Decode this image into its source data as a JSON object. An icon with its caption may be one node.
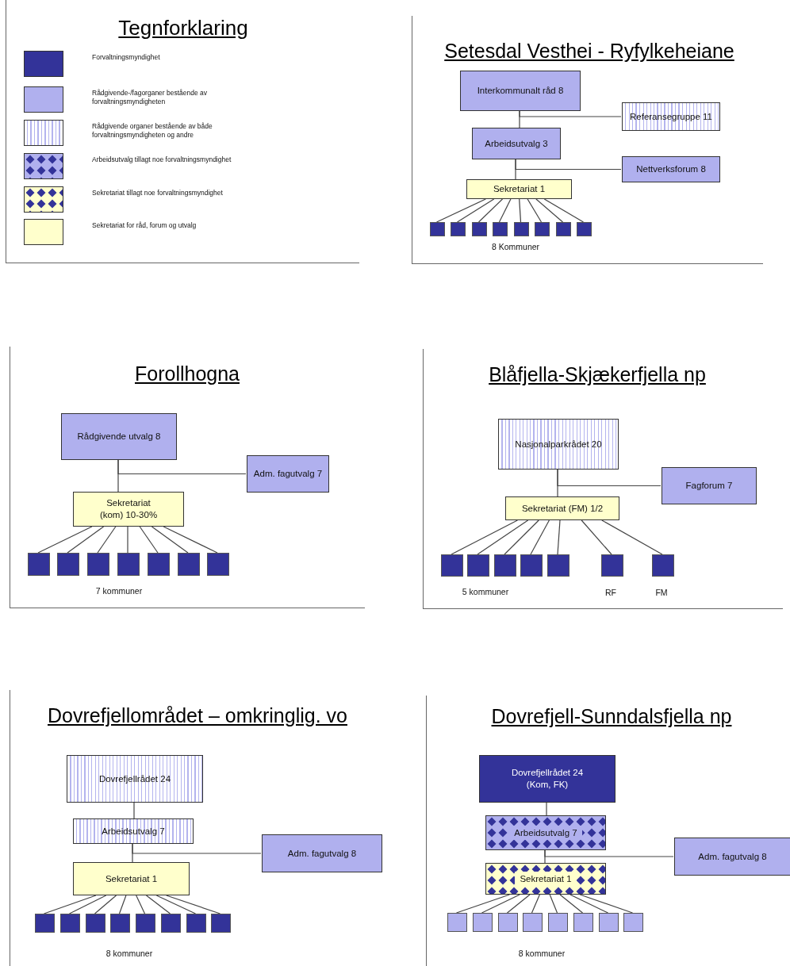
{
  "diagram": {
    "nodes": [
      {
        "text": [
          "Setesdal Vesthei - Ryfylkeheiane"
        ]
      },
      {
        "text": [
          "Interkommunalt råd 8"
        ],
        "in": 0
      },
      {
        "text": [
          "Referansegruppe 11"
        ],
        "in": 0
      },
      {
        "text": [
          "Arbeidsutvalg 3"
        ],
        "in": 0
      },
      {
        "text": [
          "Nettverksforum 8"
        ],
        "in": 0
      },
      {
        "text": [
          "Sekretariat 1"
        ],
        "in": 0
      },
      {
        "text": [],
        "shape": "box",
        "in": 0
      },
      {
        "text": [],
        "shape": "box",
        "in": 0
      },
      {
        "text": [],
        "shape": "box",
        "in": 0
      },
      {
        "text": [],
        "shape": "box",
        "in": 0
      },
      {
        "text": [],
        "shape": "box",
        "in": 0
      },
      {
        "text": [],
        "shape": "box",
        "in": 0
      },
      {
        "text": [],
        "shape": "box",
        "in": 0
      },
      {
        "text": [],
        "shape": "box",
        "in": 0
      },
      {
        "text": [
          "Forollhogna"
        ]
      },
      {
        "text": [
          "Rådgivende utvalg 8"
        ],
        "in": 14
      },
      {
        "text": [
          "Adm. fagutvalg 7"
        ],
        "in": 14
      },
      {
        "text": [
          "Sekretariat (kom) 10-30%"
        ],
        "in": 14
      },
      {
        "text": [],
        "shape": "box",
        "in": 14
      },
      {
        "text": [],
        "shape": "box",
        "in": 14
      },
      {
        "text": [],
        "shape": "box",
        "in": 14
      },
      {
        "text": [],
        "shape": "box",
        "in": 14
      },
      {
        "text": [],
        "shape": "box",
        "in": 14
      },
      {
        "text": [],
        "shape": "box",
        "in": 14
      },
      {
        "text": [],
        "shape": "box",
        "in": 14
      },
      {
        "text": [
          "Blåfjella-Skjækerfjella np"
        ]
      },
      {
        "text": [
          "Nasjonalparkrådet 20"
        ],
        "in": 25
      },
      {
        "text": [
          "Fagforum 7"
        ],
        "in": 25
      },
      {
        "text": [
          "Sekretariat (FM) 1/2"
        ],
        "in": 25
      },
      {
        "text": [],
        "shape": "box",
        "in": 25
      },
      {
        "text": [],
        "shape": "box",
        "in": 25
      },
      {
        "text": [],
        "shape": "box",
        "in": 25
      },
      {
        "text": [],
        "shape": "box",
        "in": 25
      },
      {
        "text": [],
        "shape": "box",
        "in": 25
      },
      {
        "text": [],
        "shape": "box",
        "in": 25,
        "beside": [
          "RF"
        ]
      },
      {
        "text": [],
        "shape": "box",
        "in": 25,
        "beside": [
          "FM"
        ]
      },
      {
        "text": [
          "Dovrefjellområdet – omkringlig. vo"
        ]
      },
      {
        "text": [
          "Dovrefjellrådet 24"
        ],
        "in": 36
      },
      {
        "text": [
          "Arbeidsutvalg 7"
        ],
        "in": 36
      },
      {
        "text": [
          "Adm. fagutvalg 8"
        ],
        "in": 36
      },
      {
        "text": [
          "Sekretariat 1"
        ],
        "in": 36
      },
      {
        "text": [],
        "shape": "box",
        "in": 36
      },
      {
        "text": [],
        "shape": "box",
        "in": 36
      },
      {
        "text": [],
        "shape": "box",
        "in": 36
      },
      {
        "text": [],
        "shape": "box",
        "in": 36
      },
      {
        "text": [],
        "shape": "box",
        "in": 36
      },
      {
        "text": [],
        "shape": "box",
        "in": 36
      },
      {
        "text": [],
        "shape": "box",
        "in": 36
      },
      {
        "text": [],
        "shape": "box",
        "in": 36
      },
      {
        "text": [
          "Dovrefjell-Sunndalsfjella np"
        ]
      },
      {
        "text": [
          "Dovrefjellrådet 24 (Kom, FK)"
        ],
        "in": 49
      },
      {
        "text": [
          "Arbeidsutvalg 7"
        ],
        "in": 49
      },
      {
        "text": [
          "Adm. fagutvalg 8"
        ],
        "in": 49
      },
      {
        "text": [
          "Sekretariat 1"
        ],
        "in": 49
      },
      {
        "text": [],
        "shape": "box",
        "in": 49
      },
      {
        "text": [],
        "shape": "box",
        "in": 49
      },
      {
        "text": [],
        "shape": "box",
        "in": 49
      },
      {
        "text": [],
        "shape": "box",
        "in": 49
      },
      {
        "text": [],
        "shape": "box",
        "in": 49
      },
      {
        "text": [],
        "shape": "box",
        "in": 49
      },
      {
        "text": [],
        "shape": "box",
        "in": 49
      },
      {
        "text": [],
        "shape": "box",
        "in": 49
      }
    ],
    "edges": [
      {
        "from": 1,
        "to": 3,
        "arrow": "none"
      },
      {
        "from": 1,
        "to": 2,
        "arrow": "none"
      },
      {
        "from": 3,
        "to": 5,
        "arrow": "none"
      },
      {
        "from": 3,
        "to": 4,
        "arrow": "none"
      },
      {
        "from": 5,
        "to": 6,
        "arrow": "none"
      },
      {
        "from": 5,
        "to": 7,
        "arrow": "none"
      },
      {
        "from": 5,
        "to": 8,
        "arrow": "none"
      },
      {
        "from": 5,
        "to": 9,
        "arrow": "none"
      },
      {
        "from": 5,
        "to": 10,
        "arrow": "none"
      },
      {
        "from": 5,
        "to": 11,
        "arrow": "none"
      },
      {
        "from": 5,
        "to": 12,
        "arrow": "none"
      },
      {
        "from": 5,
        "to": 13,
        "arrow": "none"
      },
      {
        "from": 15,
        "to": 17,
        "arrow": "none"
      },
      {
        "from": 15,
        "to": 16,
        "arrow": "none"
      },
      {
        "from": 17,
        "to": 18,
        "arrow": "none"
      },
      {
        "from": 17,
        "to": 19,
        "arrow": "none"
      },
      {
        "from": 17,
        "to": 20,
        "arrow": "none"
      },
      {
        "from": 17,
        "to": 21,
        "arrow": "none"
      },
      {
        "from": 17,
        "to": 22,
        "arrow": "none"
      },
      {
        "from": 17,
        "to": 23,
        "arrow": "none"
      },
      {
        "from": 17,
        "to": 24,
        "arrow": "none"
      },
      {
        "from": 26,
        "to": 28,
        "arrow": "none"
      },
      {
        "from": 26,
        "to": 27,
        "arrow": "none"
      },
      {
        "from": 28,
        "to": 29,
        "arrow": "none"
      },
      {
        "from": 28,
        "to": 30,
        "arrow": "none"
      },
      {
        "from": 28,
        "to": 31,
        "arrow": "none"
      },
      {
        "from": 28,
        "to": 32,
        "arrow": "none"
      },
      {
        "from": 28,
        "to": 33,
        "arrow": "none"
      },
      {
        "from": 28,
        "to": 34,
        "arrow": "none"
      },
      {
        "from": 28,
        "to": 35,
        "arrow": "none"
      },
      {
        "from": 37,
        "to": 38,
        "arrow": "none"
      },
      {
        "from": 38,
        "to": 40,
        "arrow": "none"
      },
      {
        "from": 38,
        "to": 39,
        "arrow": "none"
      },
      {
        "from": 40,
        "to": 41,
        "arrow": "none"
      },
      {
        "from": 40,
        "to": 42,
        "arrow": "none"
      },
      {
        "from": 40,
        "to": 43,
        "arrow": "none"
      },
      {
        "from": 40,
        "to": 44,
        "arrow": "none"
      },
      {
        "from": 40,
        "to": 45,
        "arrow": "none"
      },
      {
        "from": 40,
        "to": 46,
        "arrow": "none"
      },
      {
        "from": 40,
        "to": 47,
        "arrow": "none"
      },
      {
        "from": 40,
        "to": 48,
        "arrow": "none"
      },
      {
        "from": 50,
        "to": 51,
        "arrow": "none"
      },
      {
        "from": 51,
        "to": 53,
        "arrow": "none"
      },
      {
        "from": 51,
        "to": 52,
        "arrow": "none"
      },
      {
        "from": 53,
        "to": 54,
        "arrow": "none"
      },
      {
        "from": 53,
        "to": 55,
        "arrow": "none"
      },
      {
        "from": 53,
        "to": 56,
        "arrow": "none"
      },
      {
        "from": 53,
        "to": 57,
        "arrow": "none"
      },
      {
        "from": 53,
        "to": 58,
        "arrow": "none"
      },
      {
        "from": 53,
        "to": 59,
        "arrow": "none"
      },
      {
        "from": 53,
        "to": 60,
        "arrow": "none"
      },
      {
        "from": 53,
        "to": 61,
        "arrow": "none"
      }
    ],
    "labels": [
      "Tegnforklaring",
      "8 Kommuner",
      "7 kommuner",
      "5 kommuner",
      "8 kommuner",
      "8 kommuner"
    ],
    "legend": [
      {
        "text": "Forvaltningsmyndighet",
        "color": "#333399"
      },
      {
        "text": "Rådgivende-/fagorganer bestående av forvaltningsmyndigheten",
        "color": "#b0b0ee"
      },
      {
        "text": "Rådgivende organer bestående av både forvaltningsmyndigheten og andre"
      },
      {
        "text": "Arbeidsutvalg tillagt noe forvaltningsmyndighet"
      },
      {
        "text": "Sekretariat tillagt noe forvaltningsmyndighet"
      },
      {
        "text": "Sekretariat for råd, forum og utvalg",
        "color": "#ffffcc"
      }
    ]
  }
}
